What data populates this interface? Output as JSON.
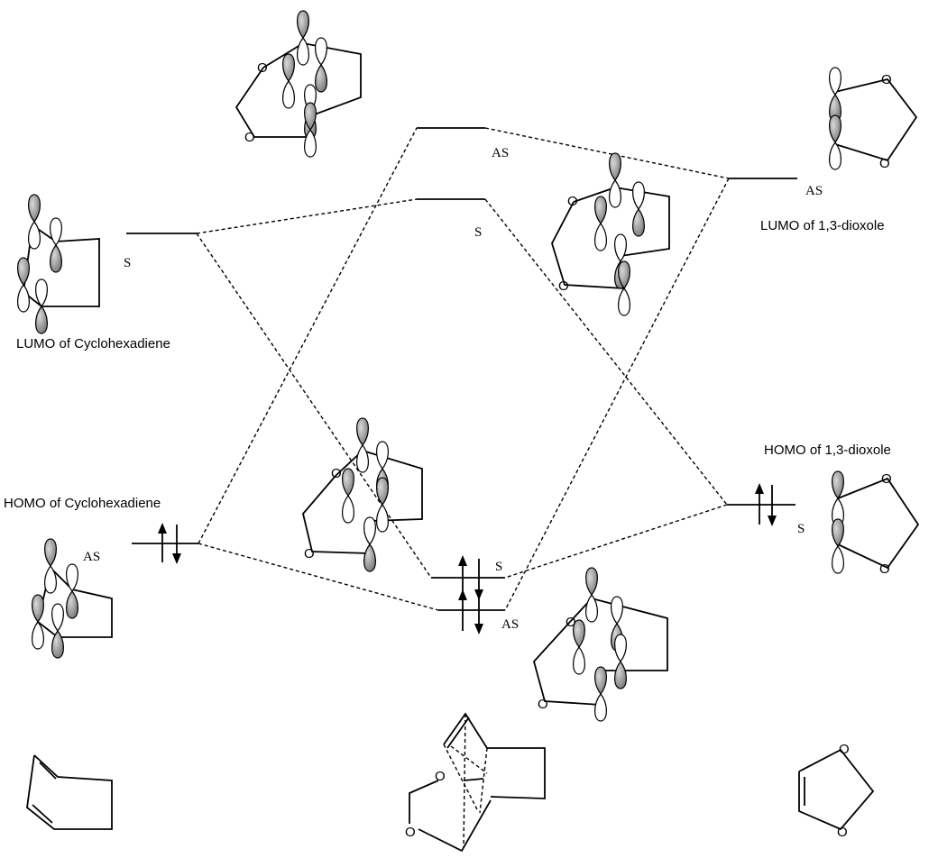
{
  "labels": {
    "lumo_cyclohexadiene": "LUMO of Cyclohexadiene",
    "homo_cyclohexadiene": "HOMO of Cyclohexadiene",
    "lumo_dioxole": "LUMO of 1,3-dioxole",
    "homo_dioxole": "HOMO of 1,3-dioxole"
  },
  "symmetry": {
    "lumo_ch": "S",
    "homo_ch": "AS",
    "lumo_dx": "AS",
    "homo_dx": "S",
    "upper_as": "AS",
    "upper_s": "S",
    "lower_s": "S",
    "lower_as": "AS"
  },
  "atoms": {
    "oxygen": "O"
  },
  "colors": {
    "lobe_shaded": "#7a7a7a",
    "line": "#000000"
  }
}
